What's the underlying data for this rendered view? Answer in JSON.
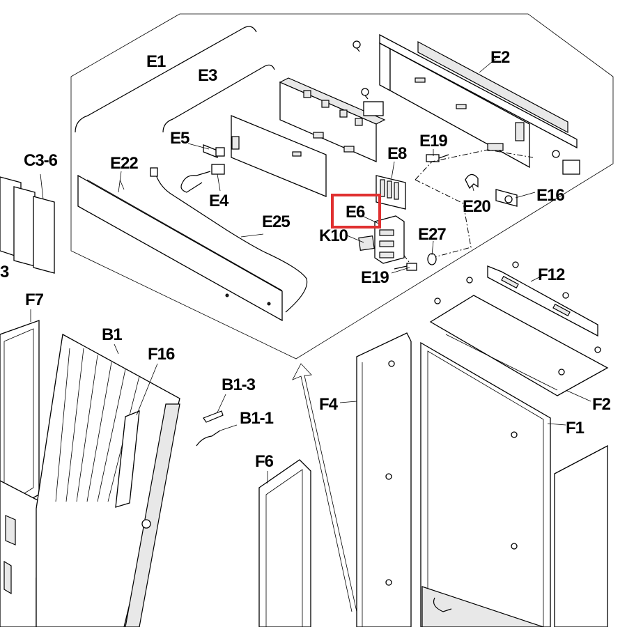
{
  "highlight_color": "#e03030",
  "labels": {
    "E1": "E1",
    "E2": "E2",
    "E3": "E3",
    "E4": "E4",
    "E5": "E5",
    "E6": "E6",
    "E8": "E8",
    "E16": "E16",
    "E19a": "E19",
    "E19b": "E19",
    "E20": "E20",
    "E22": "E22",
    "E25": "E25",
    "E27": "E27",
    "K10": "K10",
    "C36": "C3-6",
    "F7": "F7",
    "B1": "B1",
    "F16": "F16",
    "B13": "B1-3",
    "B11": "B1-1",
    "F6": "F6",
    "F4": "F4",
    "F1": "F1",
    "F2": "F2",
    "F12": "F12",
    "edge3": "3"
  }
}
